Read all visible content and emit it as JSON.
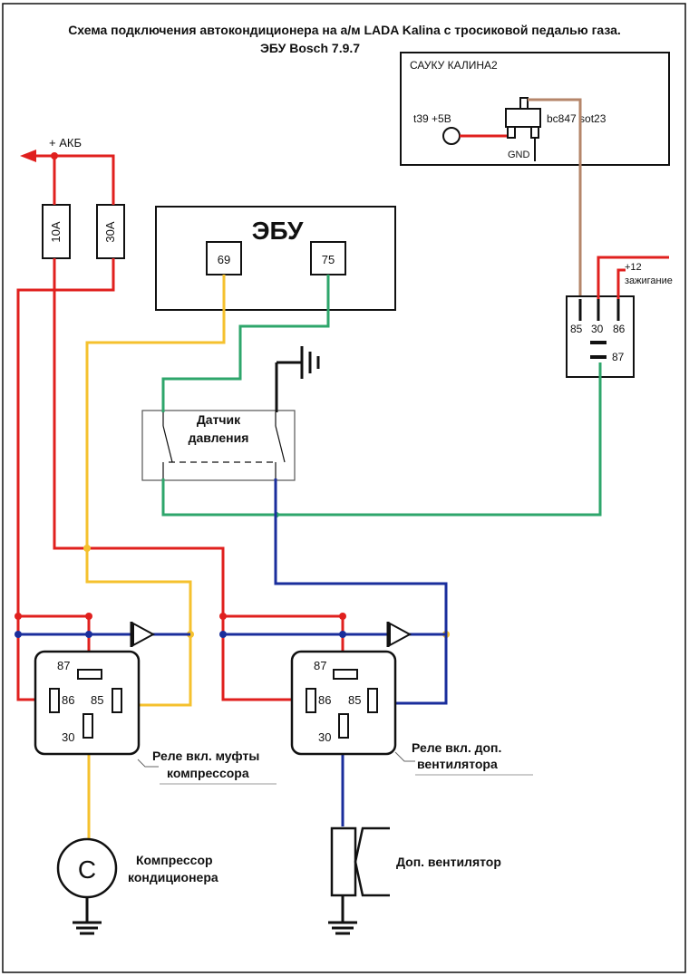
{
  "title_line1": "Схема подключения автокондиционера на а/м LADA Kalina с тросиковой педалью газа.",
  "title_line2": "ЭБУ Bosch 7.9.7",
  "sauku": {
    "title": "САУКУ КАЛИНА2",
    "pin_label": "t39 +5В",
    "transistor_label": "bc847 sot23",
    "gnd_label": "GND"
  },
  "battery_label": "+ АКБ",
  "fuse_10a": "10A",
  "fuse_30a": "30A",
  "ecu": {
    "title": "ЭБУ",
    "pin_69": "69",
    "pin_75": "75"
  },
  "pressure_sensor": {
    "line1": "Датчик",
    "line2": "давления"
  },
  "top_relay": {
    "pin_85": "85",
    "pin_30": "30",
    "pin_86": "86",
    "pin_87": "87",
    "supply_line1": "+12",
    "supply_line2": "зажигание"
  },
  "relay_left": {
    "pin_87": "87",
    "pin_86": "86",
    "pin_85": "85",
    "pin_30": "30",
    "caption_line1": "Реле вкл. муфты",
    "caption_line2": "компрессора"
  },
  "relay_right": {
    "pin_87": "87",
    "pin_86": "86",
    "pin_85": "85",
    "pin_30": "30",
    "caption_line1": "Реле вкл. доп.",
    "caption_line2": "вентилятора"
  },
  "compressor": {
    "symbol": "C",
    "line1": "Компрессор",
    "line2": "кондиционера"
  },
  "fan_label": "Доп. вентилятор",
  "colors": {
    "red": "#e0201e",
    "yellow": "#f5c12e",
    "green": "#2ea66b",
    "blue": "#1a2e9c",
    "brown": "#b5866a",
    "black": "#111111"
  }
}
